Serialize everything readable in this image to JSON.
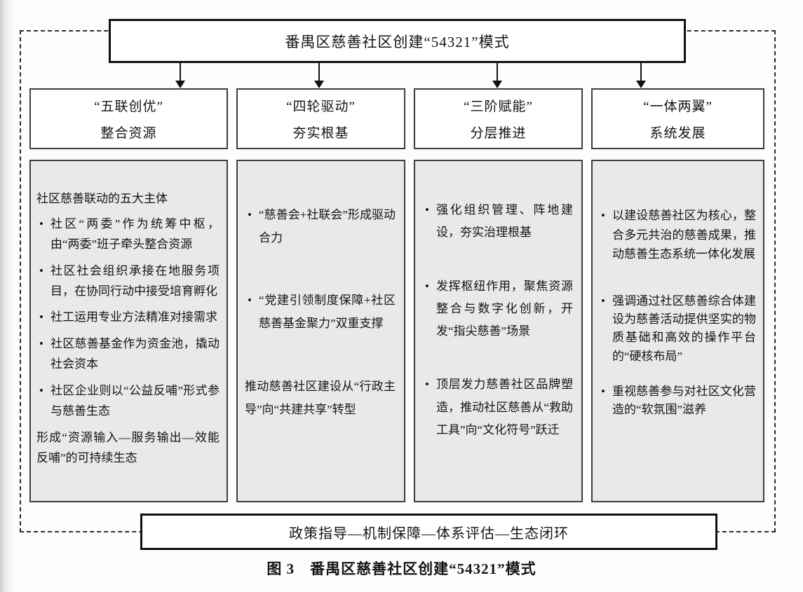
{
  "diagram": {
    "title": "番禺区慈善社区创建“54321”模式",
    "bottom_bar": "政策指导—机制保障—体系评估—生态闭环",
    "caption": "图 3　番禺区慈善社区创建“54321”模式",
    "columns": [
      {
        "header_line1": "“五联创优”",
        "header_line2": "整合资源",
        "intro": "社区慈善联动的五大主体",
        "bullets": [
          "社区“两委”作为统筹中枢，由“两委”班子牵头整合资源",
          "社区社会组织承接在地服务项目，在协同行动中接受培育孵化",
          "社工运用专业方法精准对接需求",
          "社区慈善基金作为资金池，撬动社会资本",
          "社区企业则以“公益反哺”形式参与慈善生态"
        ],
        "outro": "形成“资源输入—服务输出—效能反哺”的可持续生态"
      },
      {
        "header_line1": "“四轮驱动”",
        "header_line2": "夯实根基",
        "bullets": [
          "“慈善会+社联会”形成驱动合力",
          "“党建引领制度保障+社区慈善基金聚力”双重支撑"
        ],
        "outro": "推动慈善社区建设从“行政主导”向“共建共享”转型"
      },
      {
        "header_line1": "“三阶赋能”",
        "header_line2": "分层推进",
        "bullets": [
          "强化组织管理、阵地建设，夯实治理根基",
          "发挥枢纽作用，聚焦资源整合与数字化创新，开发“指尖慈善”场景",
          "顶层发力慈善社区品牌塑造，推动社区慈善从“救助工具”向“文化符号”跃迁"
        ]
      },
      {
        "header_line1": "“一体两翼”",
        "header_line2": "系统发展",
        "bullets": [
          "以建设慈善社区为核心，整合多元共治的慈善成果，推动慈善生态系统一体化发展",
          "强调通过社区慈善综合体建设为慈善活动提供坚实的物质基础和高效的操作平台的“硬核布局”",
          "重视慈善参与对社区文化营造的“软氛围”滋养"
        ]
      }
    ]
  },
  "icons": {
    "down_arrow": "▼"
  },
  "colors": {
    "box_background": "#e9e9e9",
    "box_border": "#3d3d3d",
    "frame_border": "#2b2b2b",
    "heavy_border": "#111111",
    "text": "#141414",
    "page_background": "#fdfdfd"
  }
}
